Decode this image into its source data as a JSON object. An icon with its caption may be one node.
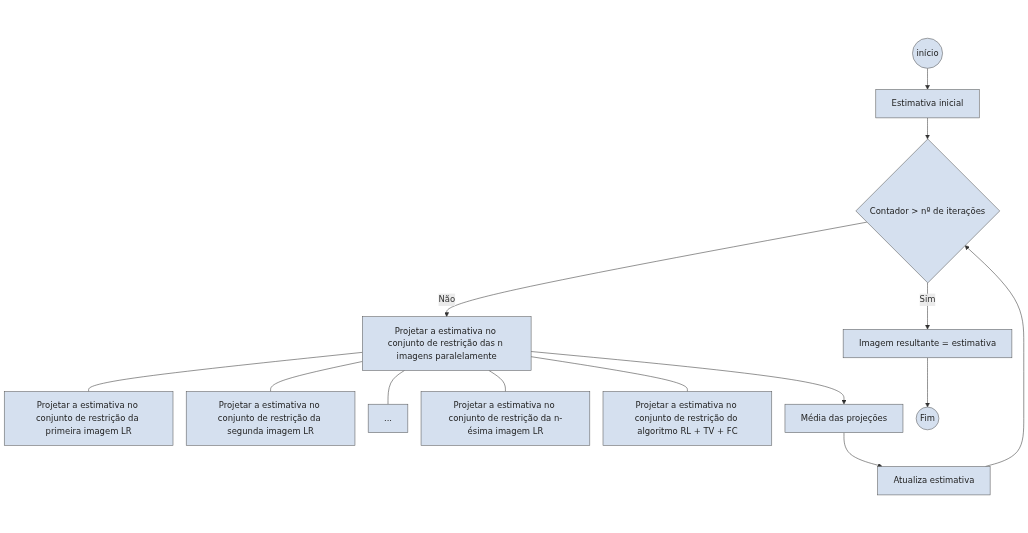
{
  "diagram": {
    "nodes": [
      {
        "text": [
          "início"
        ]
      },
      {
        "text": [
          "Estimativa inicial"
        ]
      },
      {
        "text": [
          "Contador > nº de iterações"
        ]
      },
      {
        "text": [
          "Projetar a estimativa no conjunto de restrição das n imagens paralelamente"
        ]
      },
      {
        "text": [
          "Projetar a estimativa no conjunto de restrição da primeira imagem LR"
        ]
      },
      {
        "text": [
          "Projetar a estimativa no conjunto de restrição da segunda imagem LR"
        ]
      },
      {
        "text": [
          "..."
        ]
      },
      {
        "text": [
          "Projetar a estimativa no conjunto de restrição da n-ésima imagem LR"
        ]
      },
      {
        "text": [
          "Projetar a estimativa no conjunto de restrição do algoritmo RL + TV + FC"
        ]
      },
      {
        "text": [
          "Média das projeções"
        ]
      },
      {
        "text": [
          "Atualiza estimativa"
        ]
      },
      {
        "text": [
          "Imagem resultante = estimativa"
        ]
      },
      {
        "text": [
          "Fim"
        ]
      }
    ],
    "edges": [
      {
        "from": 0,
        "to": 1,
        "arrow": "to"
      },
      {
        "from": 1,
        "to": 2,
        "arrow": "to"
      },
      {
        "from": 2,
        "to": 3,
        "arrow": "to",
        "label": "Não"
      },
      {
        "from": 2,
        "to": 11,
        "arrow": "to",
        "label": "Sim"
      },
      {
        "from": 3,
        "to": 4,
        "arrow": "none"
      },
      {
        "from": 3,
        "to": 5,
        "arrow": "none"
      },
      {
        "from": 3,
        "to": 6,
        "arrow": "none"
      },
      {
        "from": 3,
        "to": 7,
        "arrow": "none"
      },
      {
        "from": 3,
        "to": 8,
        "arrow": "none"
      },
      {
        "from": 3,
        "to": 9,
        "arrow": "to"
      },
      {
        "from": 9,
        "to": 10,
        "arrow": "to"
      },
      {
        "from": 10,
        "to": 2,
        "arrow": "to"
      },
      {
        "from": 11,
        "to": 12,
        "arrow": "to"
      }
    ]
  }
}
